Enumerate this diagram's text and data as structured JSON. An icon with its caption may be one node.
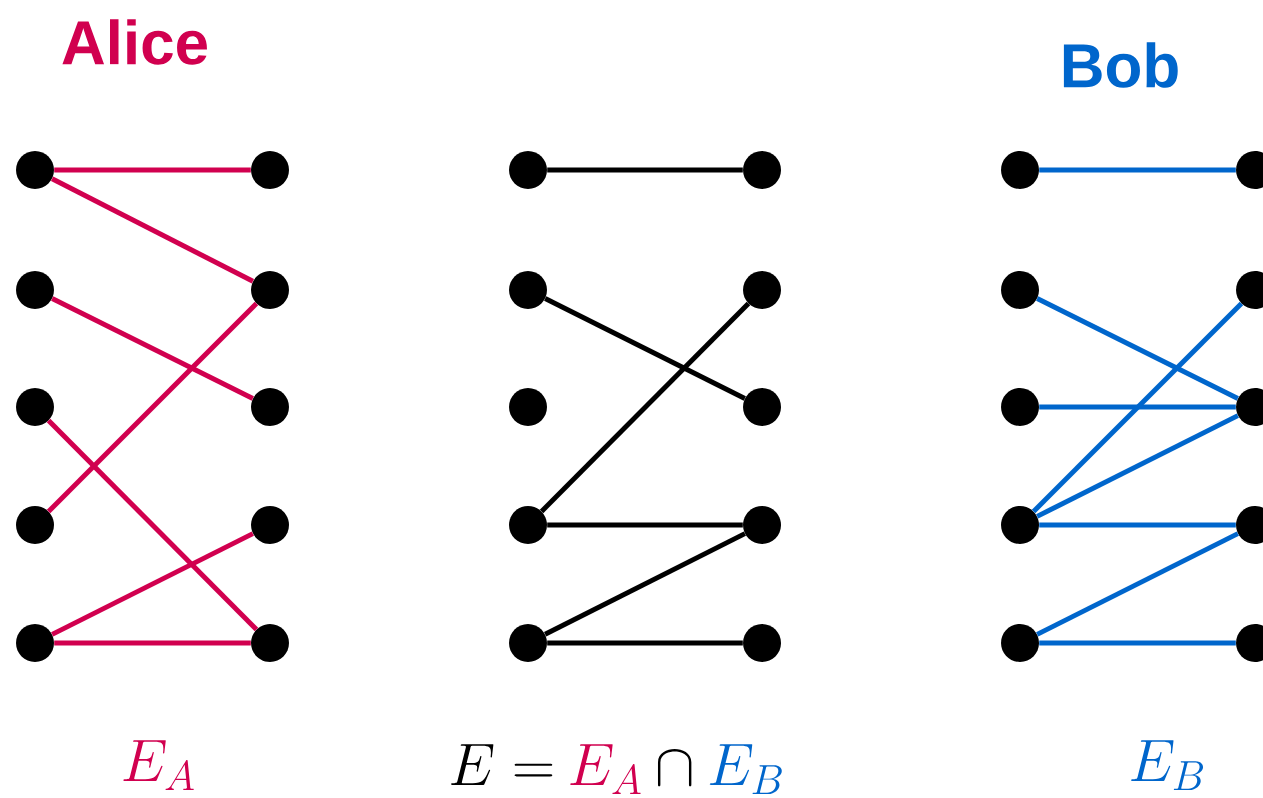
{
  "diagram": {
    "nodes": [
      {
        "text": [],
        "shape": "circle"
      },
      {
        "text": [],
        "shape": "circle"
      },
      {
        "text": [],
        "shape": "circle"
      },
      {
        "text": [],
        "shape": "circle"
      },
      {
        "text": [],
        "shape": "circle"
      },
      {
        "text": [],
        "shape": "circle"
      },
      {
        "text": [],
        "shape": "circle"
      },
      {
        "text": [],
        "shape": "circle"
      },
      {
        "text": [],
        "shape": "circle"
      },
      {
        "text": [],
        "shape": "circle"
      },
      {
        "text": [],
        "shape": "circle"
      },
      {
        "text": [],
        "shape": "circle"
      },
      {
        "text": [],
        "shape": "circle"
      },
      {
        "text": [],
        "shape": "circle"
      },
      {
        "text": [],
        "shape": "circle"
      },
      {
        "text": [],
        "shape": "circle"
      },
      {
        "text": [],
        "shape": "circle"
      },
      {
        "text": [],
        "shape": "circle"
      },
      {
        "text": [],
        "shape": "circle"
      },
      {
        "text": [],
        "shape": "circle"
      },
      {
        "text": [],
        "shape": "circle"
      },
      {
        "text": [],
        "shape": "circle"
      },
      {
        "text": [],
        "shape": "circle"
      },
      {
        "text": [],
        "shape": "circle"
      },
      {
        "text": [],
        "shape": "circle"
      },
      {
        "text": [],
        "shape": "circle"
      },
      {
        "text": [],
        "shape": "circle"
      },
      {
        "text": [],
        "shape": "circle"
      },
      {
        "text": [],
        "shape": "circle"
      },
      {
        "text": [],
        "shape": "circle"
      }
    ],
    "edges": [
      {
        "from": 0,
        "to": 5,
        "arrow": "none",
        "color": "#d1004f"
      },
      {
        "from": 0,
        "to": 6,
        "arrow": "none",
        "color": "#d1004f"
      },
      {
        "from": 1,
        "to": 7,
        "arrow": "none",
        "color": "#d1004f"
      },
      {
        "from": 2,
        "to": 9,
        "arrow": "none",
        "color": "#d1004f"
      },
      {
        "from": 3,
        "to": 6,
        "arrow": "none",
        "color": "#d1004f"
      },
      {
        "from": 4,
        "to": 8,
        "arrow": "none",
        "color": "#d1004f"
      },
      {
        "from": 4,
        "to": 9,
        "arrow": "none",
        "color": "#d1004f"
      },
      {
        "from": 10,
        "to": 15,
        "arrow": "none",
        "color": "#000000"
      },
      {
        "from": 11,
        "to": 17,
        "arrow": "none",
        "color": "#000000"
      },
      {
        "from": 13,
        "to": 16,
        "arrow": "none",
        "color": "#000000"
      },
      {
        "from": 13,
        "to": 18,
        "arrow": "none",
        "color": "#000000"
      },
      {
        "from": 14,
        "to": 18,
        "arrow": "none",
        "color": "#000000"
      },
      {
        "from": 14,
        "to": 19,
        "arrow": "none",
        "color": "#000000"
      },
      {
        "from": 20,
        "to": 25,
        "arrow": "none",
        "color": "#0066cc"
      },
      {
        "from": 21,
        "to": 27,
        "arrow": "none",
        "color": "#0066cc"
      },
      {
        "from": 22,
        "to": 27,
        "arrow": "none",
        "color": "#0066cc"
      },
      {
        "from": 23,
        "to": 26,
        "arrow": "none",
        "color": "#0066cc"
      },
      {
        "from": 23,
        "to": 27,
        "arrow": "none",
        "color": "#0066cc"
      },
      {
        "from": 23,
        "to": 28,
        "arrow": "none",
        "color": "#0066cc"
      },
      {
        "from": 24,
        "to": 28,
        "arrow": "none",
        "color": "#0066cc"
      },
      {
        "from": 24,
        "to": 29,
        "arrow": "none",
        "color": "#0066cc"
      }
    ],
    "labels": [
      "Alice",
      "Bob",
      "E_A",
      "E =",
      "E_A",
      "\\cap",
      "E_B",
      "E_B"
    ]
  }
}
